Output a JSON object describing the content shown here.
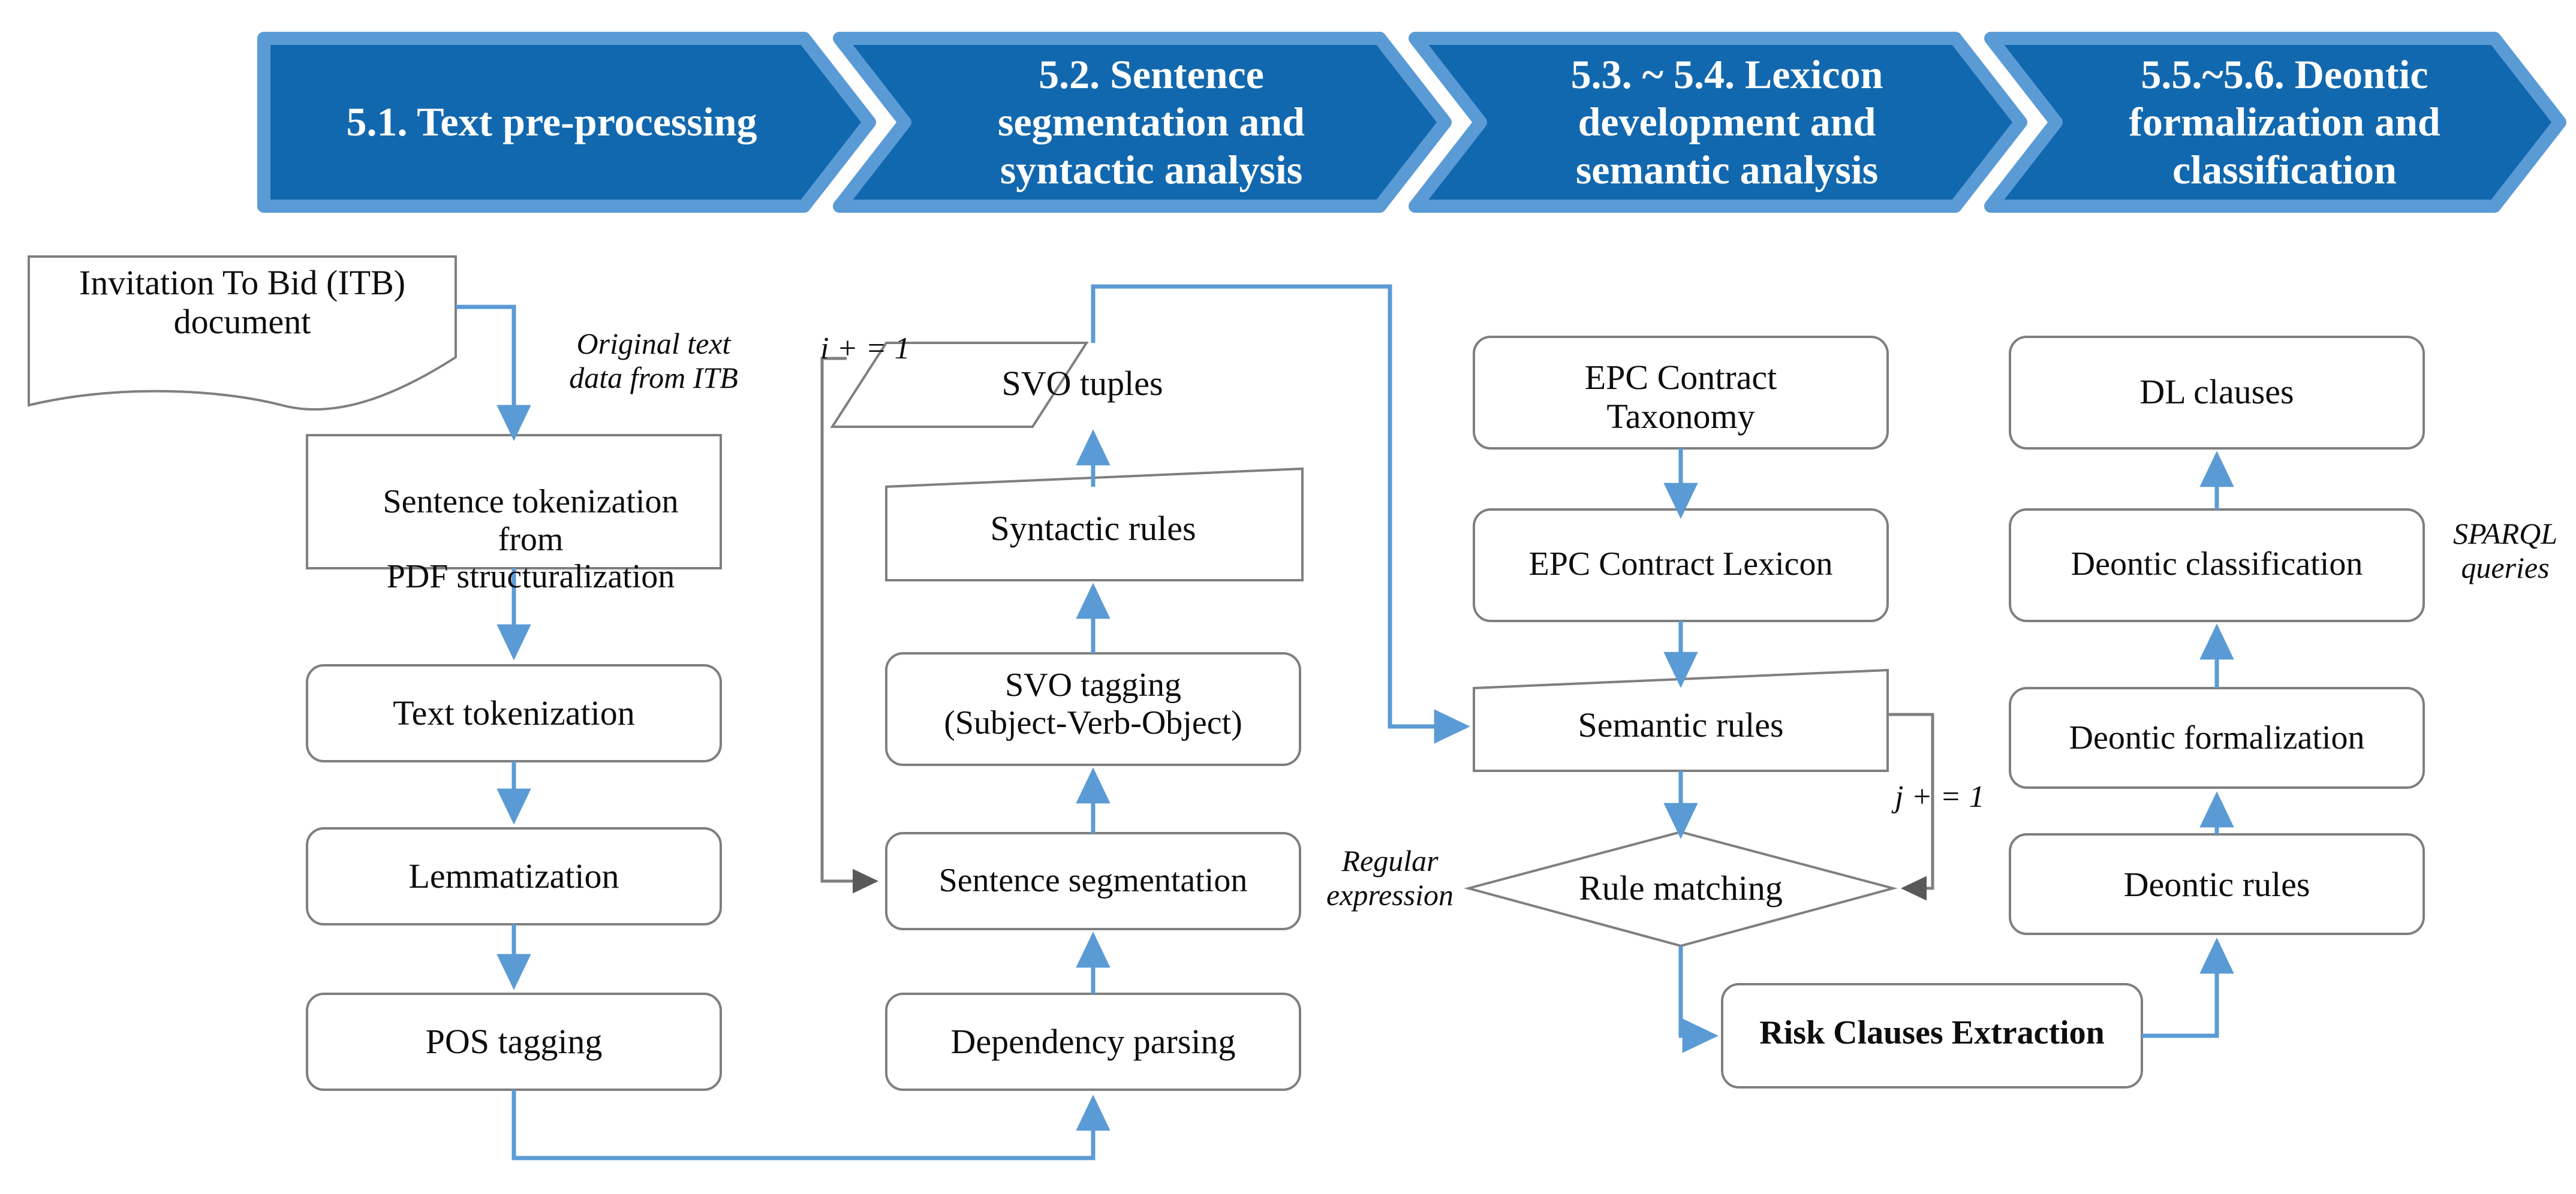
{
  "banner": {
    "fill": "#1268ae",
    "border": "#5b9bd5",
    "steps": [
      {
        "label": "5.1. Text pre-processing"
      },
      {
        "label": "5.2. Sentence\nsegmentation and\nsyntactic  analysis"
      },
      {
        "label": "5.3. ~ 5.4. Lexicon\ndevelopment and\nsemantic analysis"
      },
      {
        "label": "5.5.~5.6. Deontic\nformalization and\nclassification"
      }
    ]
  },
  "colors": {
    "arrow_blue": "#5b9bd5",
    "arrow_gray": "#7f7f7f",
    "shape_border": "#7f7f7f",
    "text": "#0d0d0d"
  },
  "column1": {
    "document": {
      "label": "Invitation To Bid (ITB)\ndocument",
      "shape": "document"
    },
    "nodes": [
      {
        "label": "Sentence tokenization\nfrom\nPDF structuralization",
        "shape": "table-process"
      },
      {
        "label": "Text tokenization",
        "shape": "rounded-rect"
      },
      {
        "label": "Lemmatization",
        "shape": "rounded-rect"
      },
      {
        "label": "POS tagging",
        "shape": "rounded-rect"
      }
    ],
    "edge_note": "Original text\ndata from ITB"
  },
  "column2": {
    "nodes": [
      {
        "label": "SVO tuples",
        "shape": "parallelogram"
      },
      {
        "label": "Syntactic rules",
        "shape": "skewed-quad"
      },
      {
        "label": "SVO tagging\n(Subject-Verb-Object)",
        "shape": "rounded-rect"
      },
      {
        "label": "Sentence segmentation",
        "shape": "rounded-rect"
      },
      {
        "label": "Dependency parsing",
        "shape": "rounded-rect"
      }
    ],
    "loop_label": "i + = 1",
    "edge_note": "Regular\nexpression"
  },
  "column3": {
    "nodes": [
      {
        "label": "EPC Contract\nTaxonomy",
        "shape": "rounded-rect"
      },
      {
        "label": "EPC Contract Lexicon",
        "shape": "rounded-rect"
      },
      {
        "label": "Semantic rules",
        "shape": "skewed-quad"
      },
      {
        "label": "Rule matching",
        "shape": "diamond"
      },
      {
        "label": "Risk Clauses Extraction",
        "shape": "rounded-rect",
        "bold": true
      }
    ],
    "loop_label": "j + = 1"
  },
  "column4": {
    "nodes": [
      {
        "label": "DL clauses",
        "shape": "rounded-rect"
      },
      {
        "label": "Deontic classification",
        "shape": "rounded-rect"
      },
      {
        "label": "Deontic formalization",
        "shape": "rounded-rect"
      },
      {
        "label": "Deontic rules",
        "shape": "rounded-rect"
      }
    ],
    "edge_note": "SPARQL\nqueries"
  }
}
